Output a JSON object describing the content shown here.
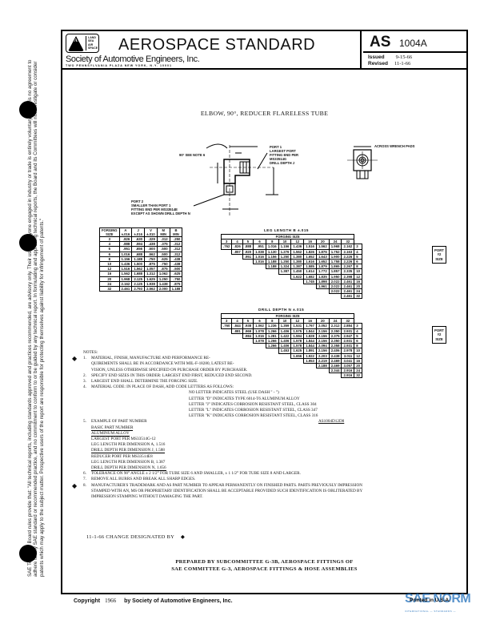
{
  "sidebar_disclaimer": "SAE Technical Board rules provide that: \"All technical reports, including standards approved and practices recommended, are advisory only. Their use by anyone engaged in industry or trade is entirely voluntary. There is no agreement to adhere to any SAE standard or recommended practice, and no commitment to conform to or be guided by any technical report. In formulating and approving technical reports, the Board and its Committees will not investigate or consider patents which may apply to the subject matter. Prospective users of the report are responsible for protecting themselves against liability for infringement of patents.\"",
  "header": {
    "logo_letters": "S A E",
    "logo_words": [
      "LAND",
      "SEA",
      "AIR",
      "SPACE"
    ],
    "title": "AEROSPACE STANDARD",
    "society": "Society of Automotive Engineers, Inc.",
    "address": "TWO PENNSYLVANIA PLAZA   NEW YORK, N.Y. 10001",
    "doc_code": "AS",
    "doc_number": "1004A",
    "issued_label": "Issued",
    "issued_date": "9-15-66",
    "revised_label": "Revised",
    "revised_date": "11-1-66"
  },
  "doc_title": "ELBOW, 90°, REDUCER FLARELESS TUBE",
  "drawing": {
    "angle_note": "90° SEE NOTE 6",
    "port1": [
      "PORT 1",
      "LARGEST PORT",
      "FITTING END PER",
      "MS33514G",
      "DRILL DEPTH J"
    ],
    "port2": [
      "PORT 2",
      "SMALLER THAN PORT 1",
      "FITTING END PER MS33514E",
      "EXCEPT AS SHOWN    DRILL DEPTH N"
    ],
    "wrench_note": "ACROSS WRENCH PADS",
    "dim_labels": [
      "A",
      "W",
      "B",
      "V",
      "J",
      "N",
      "V"
    ]
  },
  "dim_table": {
    "headers": [
      [
        "FORGING",
        "SIZE"
      ],
      [
        "A",
        "±.016"
      ],
      [
        "J",
        "±.016"
      ],
      [
        "V",
        "±.010"
      ],
      [
        "M",
        "MIN"
      ],
      [
        "B",
        "MIN"
      ]
    ],
    "rows": [
      [
        "3",
        ".826",
        ".630",
        ".329",
        ".312",
        ".250"
      ],
      [
        "4",
        ".888",
        ".594",
        ".438",
        ".375",
        ".312"
      ],
      [
        "5",
        ".951",
        ".656",
        ".500",
        ".500",
        ".312"
      ],
      [
        "6",
        "1.016",
        ".688",
        ".562",
        ".500",
        ".312"
      ],
      [
        "8",
        "1.156",
        "1.188",
        ".750",
        ".625",
        ".438"
      ],
      [
        "10",
        "1.436",
        "1.500",
        ".875",
        ".750",
        ".438"
      ],
      [
        "12",
        "1.516",
        "1.562",
        "1.057",
        ".875",
        ".500"
      ],
      [
        "16",
        "1.562",
        "1.688",
        "1.312",
        "1.062",
        ".625"
      ],
      [
        "20",
        "1.968",
        "2.125",
        "1.625",
        "1.250",
        ".750"
      ],
      [
        "24",
        "2.162",
        "2.125",
        "1.938",
        "1.438",
        ".875"
      ],
      [
        "32",
        "2.461",
        "2.793",
        "2.562",
        "2.000",
        "1.188"
      ]
    ]
  },
  "leg_table": {
    "title": "LEG LENGTH B ±.015",
    "subtitle": "FORGING SIZE",
    "sizes": [
      "3",
      "4",
      "5",
      "6",
      "8",
      "10",
      "12",
      "16",
      "20",
      "24",
      "32"
    ],
    "rows": [
      [
        "3",
        ".762",
        ".826",
        ".888",
        ".951",
        "1.016",
        "1.156",
        "1.436",
        "1.516",
        "1.562",
        "1.968",
        "2.162"
      ],
      [
        "4",
        "",
        ".857",
        ".920",
        "1.038",
        "1.130",
        "1.276",
        "1.562",
        "1.826",
        "1.876",
        "1.752",
        "2.163"
      ],
      [
        "5",
        "",
        "",
        ".951",
        "1.016",
        "1.156",
        "1.250",
        "1.380",
        "1.652",
        "1.643",
        "1.900",
        "2.226"
      ],
      [
        "6",
        "",
        "",
        "",
        "1.016",
        "1.188",
        "1.250",
        "1.380",
        "1.616",
        "1.652",
        "1.758",
        "2.226"
      ],
      [
        "8",
        "",
        "",
        "",
        "",
        "1.188",
        "1.324",
        "1.387",
        "1.585",
        "1.879",
        "1.865",
        "2.267"
      ],
      [
        "10",
        "",
        "",
        "",
        "",
        "",
        "1.387",
        "1.450",
        "1.614",
        "1.772",
        "1.857",
        "2.335"
      ],
      [
        "12",
        "",
        "",
        "",
        "",
        "",
        "",
        "1.622",
        "1.682",
        "1.835",
        "1.950",
        "2.398"
      ],
      [
        "16",
        "",
        "",
        "",
        "",
        "",
        "",
        "",
        "1.745",
        "1.898",
        "2.022",
        "2.461"
      ],
      [
        "20",
        "",
        "",
        "",
        "",
        "",
        "",
        "",
        "",
        "1.961",
        "2.022",
        "2.461"
      ],
      [
        "24",
        "",
        "",
        "",
        "",
        "",
        "",
        "",
        "",
        "",
        "2.022",
        "2.461"
      ],
      [
        "32",
        "",
        "",
        "",
        "",
        "",
        "",
        "",
        "",
        "",
        "",
        "2.461"
      ]
    ],
    "port_label": [
      "PORT",
      "#2",
      "SIZE"
    ]
  },
  "drill_table": {
    "title": "DRILL DEPTH N ±.015",
    "subtitle": "FORGING SIZE",
    "sizes": [
      "3",
      "4",
      "5",
      "6",
      "8",
      "10",
      "12",
      "16",
      "20",
      "24",
      "32"
    ],
    "rows": [
      [
        "3",
        ".760",
        ".844",
        ".938",
        "1.062",
        "1.236",
        "1.359",
        "1.531",
        "1.767",
        "2.052",
        "2.312",
        "2.884"
      ],
      [
        "4",
        "",
        ".881",
        ".969",
        "1.078",
        "1.266",
        "1.406",
        "1.575",
        "1.844",
        "2.156",
        "2.350",
        "2.931"
      ],
      [
        "5",
        "",
        "",
        ".984",
        "1.016",
        "1.281",
        "1.422",
        "1.594",
        "1.828",
        "2.156",
        "2.375",
        "2.947"
      ],
      [
        "6",
        "",
        "",
        "",
        "1.078",
        "1.266",
        "1.406",
        "1.578",
        "1.844",
        "2.156",
        "2.350",
        "2.931"
      ],
      [
        "8",
        "",
        "",
        "",
        "",
        "1.266",
        "1.406",
        "1.578",
        "1.844",
        "2.094",
        "2.358",
        "2.931"
      ],
      [
        "10",
        "",
        "",
        "",
        "",
        "",
        "1.453",
        "1.625",
        "1.891",
        "2.156",
        "2.406",
        "2.978"
      ],
      [
        "12",
        "",
        "",
        "",
        "",
        "",
        "",
        "1.656",
        "1.922",
        "2.203",
        "2.438",
        "3.011"
      ],
      [
        "16",
        "",
        "",
        "",
        "",
        "",
        "",
        "",
        "1.953",
        "2.219",
        "2.469",
        "3.041"
      ],
      [
        "20",
        "",
        "",
        "",
        "",
        "",
        "",
        "",
        "",
        "2.188",
        "2.469",
        "3.057"
      ],
      [
        "24",
        "",
        "",
        "",
        "",
        "",
        "",
        "",
        "",
        "",
        "2.344",
        "2.916"
      ],
      [
        "32",
        "",
        "",
        "",
        "",
        "",
        "",
        "",
        "",
        "",
        "",
        "2.916"
      ]
    ],
    "port_label": [
      "PORT",
      "#2",
      "SIZE"
    ]
  },
  "notes": {
    "heading": "NOTES:",
    "n1": [
      "1.",
      "MATERIAL, FINISH, MANUFACTURE AND PERFORMANCE RE-",
      "QUIREMENTS SHALL BE IN ACCORDANCE WITH MIL-F-18280, LATEST RE-",
      "VISION, UNLESS OTHERWISE SPECIFIED ON PURCHASE ORDER BY PURCHASER."
    ],
    "n2": [
      "2.",
      "SPECIFY END SIZES IN THIS ORDER: LARGEST END FIRST, REDUCED END SECOND."
    ],
    "n3": [
      "3.",
      "LARGEST END SHALL DETERMINE THE FORGING SIZE."
    ],
    "n4": [
      "4.",
      "MATERIAL CODE:  IN PLACE OF DASH, ADD CODE LETTERS AS FOLLOWS:"
    ],
    "n4_items": [
      "NO LETTER INDICATES STEEL (USE DASH \" - \")",
      "LETTER \"D\" INDICATES TYPE 6014-T6 ALUMINUM ALLOY",
      "LETTER \"J\" INDICATES CORROSION RESISTANT STEEL, CLASS 304",
      "LETTER \"L\" INDICATES CORROSION RESISTANT STEEL, CLASS 347",
      "LETTER \"K\" INDICATES CORROSION RESISTANT STEEL, CLASS 316"
    ],
    "n5": [
      "5.",
      "EXAMPLE OF PART NUMBER"
    ],
    "part_number": "AS1004D12D8",
    "n5_items": [
      "BASIC PART NUMBER",
      "ALUMINUM ALLOY",
      "LARGEST PORT PER MS33514G-12",
      "LEG LENGTH PER DIMENSION A, 1.516",
      "DRILL DEPTH PER DIMENSION J, 1.588",
      "REDUCER PORT PER MS33514E8",
      "LEG LENGTH PER DIMENSION B, 1.387",
      "DRILL DEPTH PER DIMENSION N, 1.656"
    ],
    "n6": [
      "6.",
      "TOLERANCE ON 90° ANGLE  ± 2 1/2° FOR TUBE SIZE 6 AND SMALLER, ± 1 1/2° FOR TUBE SIZE 8 AND LARGER."
    ],
    "n7": [
      "7.",
      "REMOVE ALL BURRS AND BREAK ALL SHARP EDGES."
    ],
    "n8": [
      "8.",
      "MANUFACTURER'S TRADEMARK AND AS PART NUMBER TO APPEAR PERMANENTLY ON FINISHED PARTS.  PARTS PREVIOUSLY IMPRESSION",
      "STAMPED WITH AN, MS OR PROPRIETARY IDENTIFICATION SHALL BE ACCEPTABLE PROVIDED SUCH IDENTIFICATION IS OBLITERATED BY",
      "IMPRESSION STAMPING WITHOUT DAMAGING THE PART."
    ]
  },
  "change_note": "11-1-66  CHANGE DESIGNATED BY",
  "change_symbol": "◆",
  "prepared": [
    "PREPARED BY SUBCOMMITTEE G-3B, AEROSPACE FITTINGS OF",
    "SAE COMMITTEE G-3, AEROSPACE FITTINGS & HOSE ASSEMBLIES"
  ],
  "footer": {
    "copyright": "Copyright",
    "year": "1966",
    "by": "by Society of Automotive Engineers, Inc.",
    "printed": "Printed in U.S.A.",
    "watermark": "SAE NORM",
    "watermark_sub": "INTERNATIONAL — STANDARDS —"
  }
}
